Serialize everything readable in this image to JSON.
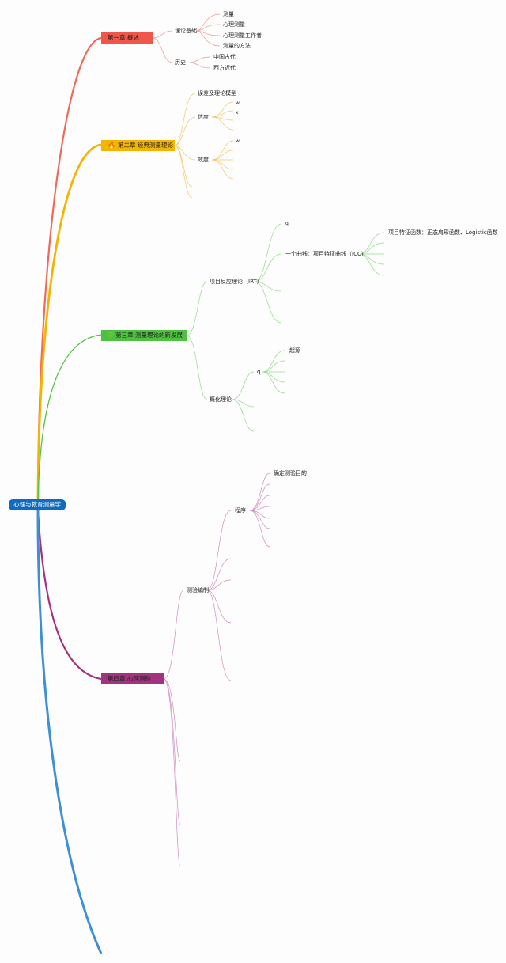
{
  "root": {
    "label": "心理与教育测量学",
    "color": "#0f6bbd"
  },
  "chapters": [
    {
      "id": "ch1",
      "label": "第一章 概述",
      "icon": "",
      "color": "#f0564a",
      "branches": [
        {
          "label": "理论基础",
          "children": [
            "测量",
            "心理测量",
            "心理测量工作者",
            "测量的方法"
          ]
        },
        {
          "label": "历史",
          "children": [
            "中国古代",
            "西方近代"
          ]
        }
      ]
    },
    {
      "id": "ch2",
      "label": "第二章 经典测量理论",
      "icon": "flame-icon",
      "color": "#f4b400",
      "branches": [
        {
          "label": "误差及理论模型",
          "children": []
        },
        {
          "label": "信度",
          "children": [
            "w",
            "x"
          ]
        },
        {
          "label": "效度",
          "children": [
            "w"
          ]
        }
      ]
    },
    {
      "id": "ch3",
      "label": "第三章 测量理论的新发展",
      "icon": "heart-icon",
      "color": "#4cc23f",
      "branches": [
        {
          "label": "项目反应理论（IRT）",
          "children": [
            "q",
            "一个曲线：项目特征曲线（ICC）"
          ],
          "grandchildren": [
            "项目特征函数：正态肩形函数、Logistic函数"
          ]
        },
        {
          "label": "概化理论",
          "children": [
            "q"
          ],
          "grandchildren": [
            "起源"
          ]
        }
      ]
    },
    {
      "id": "ch4",
      "label": "第四章 心理测验",
      "icon": "",
      "color": "#a3337e",
      "branches": [
        {
          "label": "测验编制",
          "children": [
            "程序"
          ],
          "grandchildren": [
            "确定测验目的"
          ]
        }
      ]
    }
  ]
}
